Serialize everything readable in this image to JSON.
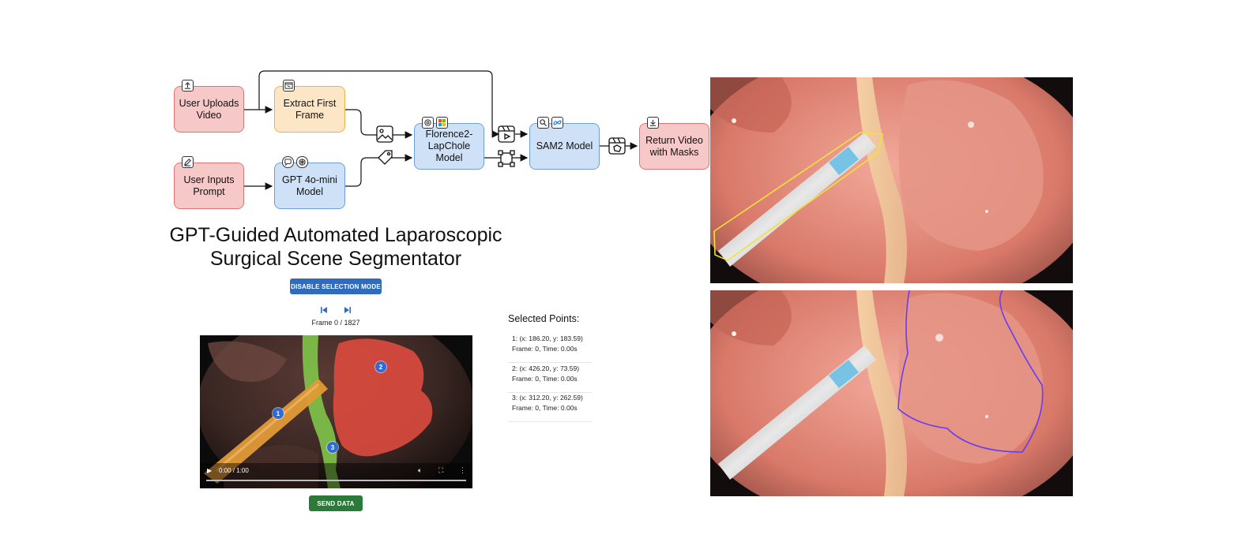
{
  "flow": {
    "nodes": {
      "upload_video": "User Uploads Video",
      "extract_frame": "Extract First Frame",
      "input_prompt": "User Inputs Prompt",
      "gpt": "GPT 4o-mini Model",
      "florence": "Florence2-LapChole Model",
      "sam2": "SAM2 Model",
      "return_video": "Return Video with Masks"
    },
    "icons": {
      "upload_video": "upload-icon",
      "extract_frame": "video-frame-icon",
      "input_prompt": "edit-icon",
      "gpt": [
        "chat-bubble-icon",
        "openai-icon"
      ],
      "florence": [
        "camera-aperture-icon",
        "microsoft-icon"
      ],
      "sam2": [
        "search-icon",
        "meta-icon"
      ],
      "return_video": "download-icon",
      "edge_image": "image-icon",
      "edge_label": "tag-icon",
      "edge_video": "video-play-icon",
      "edge_bbox": "bounding-box-icon",
      "edge_masked_video": "masked-video-icon"
    },
    "colors": {
      "red_fill": "#f7c8c8",
      "orange_fill": "#fde6c6",
      "blue_fill": "#cfe1f7"
    }
  },
  "app": {
    "title_line1": "GPT-Guided Automated Laparoscopic",
    "title_line2": "Surgical Scene Segmentator",
    "selection_button": "DISABLE SELECTION MODE",
    "prev_frame_icon": "skip-previous-icon",
    "next_frame_icon": "skip-next-icon",
    "frame_counter": "Frame 0 / 1827",
    "video_time": "0:00 / 1:00",
    "send_button": "SEND DATA",
    "selected_points_title": "Selected Points:",
    "points": [
      {
        "label": "1",
        "coords": "1: (x: 186.20, y: 183.59)",
        "time": "Frame: 0, Time: 0.00s"
      },
      {
        "label": "2",
        "coords": "2: (x: 426.20, y: 73.59)",
        "time": "Frame: 0, Time: 0.00s"
      },
      {
        "label": "3",
        "coords": "3: (x: 312.20, y: 262.59)",
        "time": "Frame: 0, Time: 0.00s"
      }
    ],
    "colors": {
      "primary": "#2f6bbf",
      "success": "#2c7a3a",
      "marker": "#2f6bd8"
    }
  },
  "outputs": [
    {
      "mask_color": "#f0e33a",
      "target": "instrument"
    },
    {
      "mask_color": "#6a3cf0",
      "target": "gallbladder"
    }
  ]
}
